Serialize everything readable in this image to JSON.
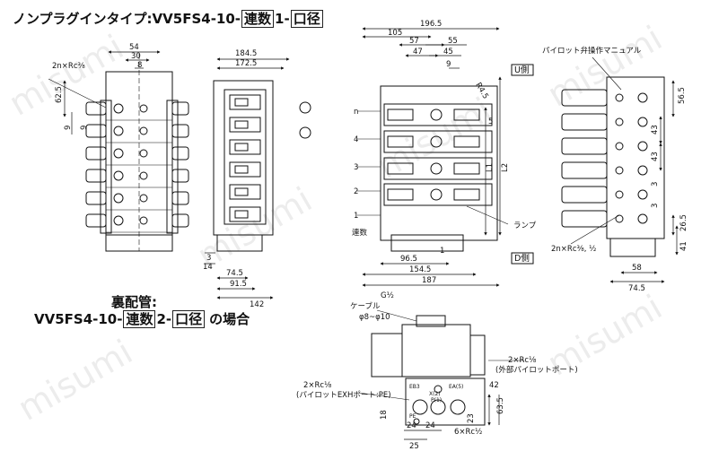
{
  "titles": {
    "main_prefix": "ノンプラグインタイプ:VV5FS4-10-",
    "main_box1": "連数",
    "main_mid": "1-",
    "main_box2": "口径",
    "rear_heading": "裏配管:",
    "rear_prefix": "VV5FS4-10-",
    "rear_box1": "連数",
    "rear_mid": "2-",
    "rear_box2": "口径",
    "rear_suffix": "の場合"
  },
  "front_view": {
    "dims": [
      "54",
      "30",
      "8",
      "62.5",
      "9",
      "9"
    ],
    "port_note": "2n×Rc⅜"
  },
  "side_view": {
    "dims": [
      "184.5",
      "172.5",
      "3",
      "14",
      "74.5",
      "91.5",
      "142"
    ]
  },
  "top_view": {
    "dims": [
      "196.5",
      "105",
      "57",
      "55",
      "47",
      "45",
      "9",
      "R4.5",
      "5",
      "96.5",
      "154.5",
      "187",
      "L1",
      "L2",
      "1"
    ],
    "station_labels": [
      "n",
      "4",
      "3",
      "2",
      "1"
    ],
    "station_axis_label": "連数",
    "u_side": "U側",
    "d_side": "D側",
    "lamp": "ランプ"
  },
  "right_view": {
    "pilot_label": "パイロット弁操作マニュアル",
    "dims": [
      "56.5",
      "43",
      "43",
      "3",
      "3",
      "26.5",
      "41",
      "58",
      "74.5"
    ],
    "port_note": "2n×Rc⅜, ½"
  },
  "rear_view": {
    "g_label": "G½",
    "cable_label": "ケーブル",
    "cable_dia": "φ8~φ10",
    "right_note1": "2×Rc⅛",
    "right_note2": "(外部パイロットポート)",
    "left_note1": "2×Rc⅛",
    "left_note2": "(パイロットEXHポート:PE)",
    "bottom_note": "6×Rc½",
    "dims": [
      "42",
      "63.5",
      "23",
      "18",
      "24",
      "24",
      "25"
    ],
    "port_labels": [
      "EB3",
      "EA(5)",
      "X(2)",
      "P(1)",
      "PE"
    ]
  },
  "watermark": "misumi"
}
